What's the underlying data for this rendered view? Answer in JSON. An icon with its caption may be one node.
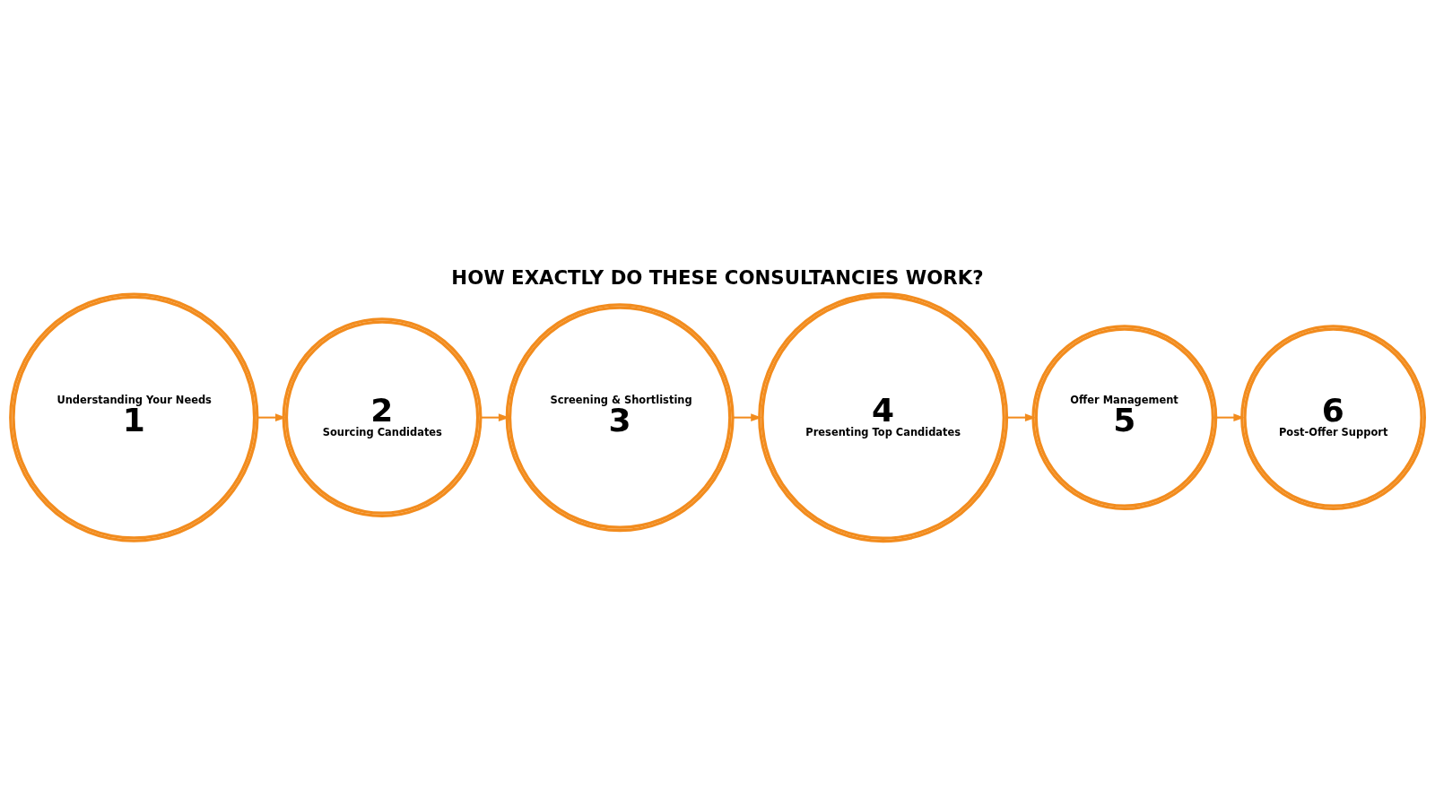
{
  "diagram": {
    "title": "HOW EXACTLY DO THESE CONSULTANCIES WORK?",
    "nodes": [
      {
        "text": [
          "Understanding Your Needs",
          "1"
        ]
      },
      {
        "text": [
          "2",
          "Sourcing Candidates"
        ]
      },
      {
        "text": [
          "Screening & Shortlisting",
          "3"
        ]
      },
      {
        "text": [
          "4",
          "Presenting Top Candidates"
        ]
      },
      {
        "text": [
          "Offer Management",
          "5"
        ]
      },
      {
        "text": [
          "6",
          "Post-Offer Support"
        ]
      }
    ],
    "edges": [
      {
        "from": 0,
        "to": 1,
        "arrow": "to"
      },
      {
        "from": 1,
        "to": 2,
        "arrow": "to"
      },
      {
        "from": 2,
        "to": 3,
        "arrow": "to"
      },
      {
        "from": 3,
        "to": 4,
        "arrow": "to"
      },
      {
        "from": 4,
        "to": 5,
        "arrow": "to"
      }
    ]
  }
}
